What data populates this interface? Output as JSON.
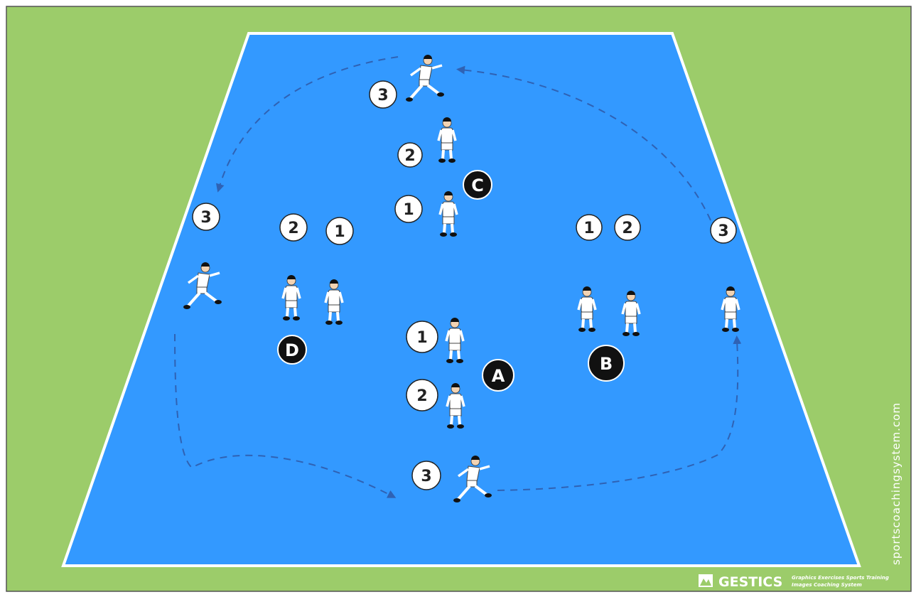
{
  "colors": {
    "grass": "#9ccc6a",
    "court": "#3399ff",
    "court_line": "#ffffff",
    "arrow": "#2f62b4",
    "kit": "#ffffff",
    "hair": "#111111"
  },
  "markers": {
    "numbers": [
      {
        "id": "c3",
        "label": "3"
      },
      {
        "id": "c2",
        "label": "2"
      },
      {
        "id": "c1",
        "label": "1"
      },
      {
        "id": "d3",
        "label": "3"
      },
      {
        "id": "d2",
        "label": "2"
      },
      {
        "id": "d1",
        "label": "1"
      },
      {
        "id": "b1",
        "label": "1"
      },
      {
        "id": "b2",
        "label": "2"
      },
      {
        "id": "b3",
        "label": "3"
      },
      {
        "id": "a1",
        "label": "1"
      },
      {
        "id": "a2",
        "label": "2"
      },
      {
        "id": "a3",
        "label": "3"
      }
    ],
    "groups": [
      {
        "id": "C",
        "label": "C"
      },
      {
        "id": "D",
        "label": "D"
      },
      {
        "id": "A",
        "label": "A"
      },
      {
        "id": "B",
        "label": "B"
      }
    ]
  },
  "watermark": "sportscoachingsystem.com",
  "brand": {
    "name": "GESTICS",
    "tagline_1": "Graphics Exercises Sports Training",
    "tagline_2": "Images Coaching System"
  }
}
